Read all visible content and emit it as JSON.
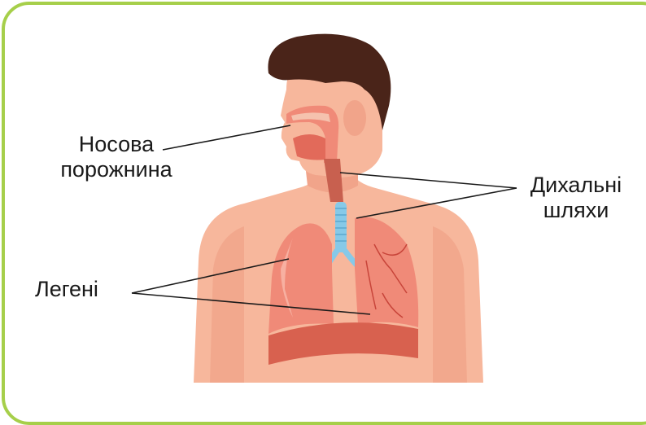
{
  "labels": {
    "nasal_cavity": [
      "Носова",
      "порожнина"
    ],
    "airways": [
      "Дихальні",
      "шляхи"
    ],
    "lungs": "Легені"
  },
  "colors": {
    "frame": "#a6cf4a",
    "skin": "#f7b79c",
    "skin_shadow": "#e99278",
    "hair": "#4a2419",
    "lung": "#f08a78",
    "trachea": "#86c9e8",
    "leader_line": "#1a1a1a"
  }
}
